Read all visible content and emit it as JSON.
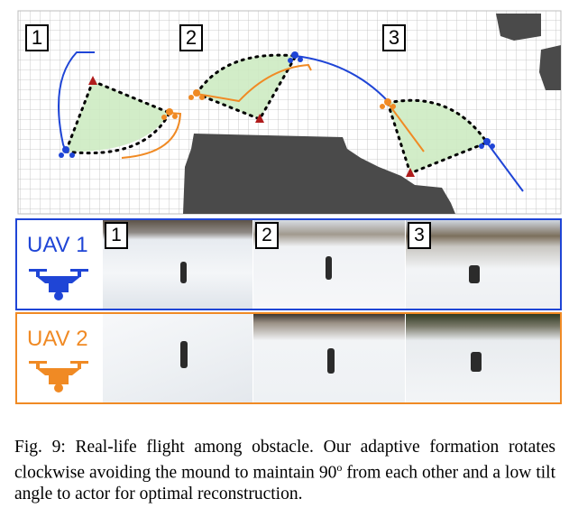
{
  "map": {
    "step_labels": [
      "1",
      "2",
      "3"
    ]
  },
  "uav1": {
    "label": "UAV 1",
    "color": "#1f45d6",
    "photo_labels": [
      "1",
      "2",
      "3"
    ]
  },
  "uav2": {
    "label": "UAV 2",
    "color": "#f08a24"
  },
  "caption": {
    "prefix": "Fig. 9: Real-life flight among obstacle. Our adaptive formation rotates clockwise avoiding the mound to maintain 90",
    "superscript": "o",
    "suffix": " from each other and a low tilt angle to actor for optimal reconstruction."
  }
}
